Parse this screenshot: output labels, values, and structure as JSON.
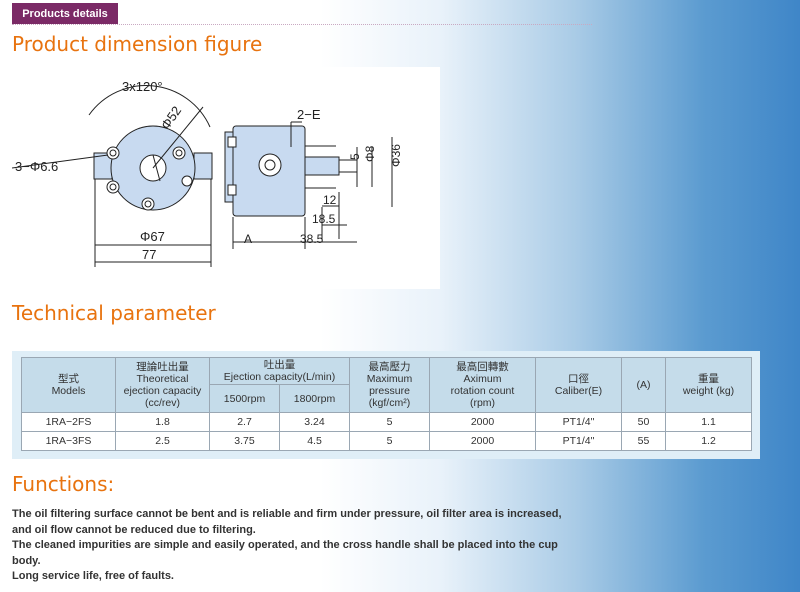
{
  "tab": {
    "label": "Products details"
  },
  "sections": {
    "dimension": "Product dimension figure",
    "technical": "Technical parameter",
    "functions": "Functions:"
  },
  "figure": {
    "labels": {
      "angle": "3x120°",
      "d52": "Φ52",
      "holes": "3−Φ6.6",
      "d67": "Φ67",
      "w77": "77",
      "ports": "2−E",
      "d5": "5",
      "d8": "Φ8",
      "d36": "Φ36",
      "l12": "12",
      "l18": "18.5",
      "A": "A",
      "l38": "38.5"
    }
  },
  "table": {
    "headers": {
      "models_cn": "型式",
      "models_en": "Models",
      "cap_cn": "理論吐出量",
      "cap_en1": "Theoretical",
      "cap_en2": "ejection capacity",
      "cap_unit": "(cc/rev)",
      "eject_cn": "吐出量",
      "eject_en": "Ejection capacity(L/min)",
      "rpm1500": "1500rpm",
      "rpm1800": "1800rpm",
      "press_cn": "最高壓力",
      "press_en1": "Maximum",
      "press_en2": "pressure",
      "press_unit": "(kgf/cm²)",
      "rot_cn": "最高回轉數",
      "rot_en1": "Aximum",
      "rot_en2": "rotation count",
      "rot_unit": "(rpm)",
      "cal_cn": "口徑",
      "cal_en": "Caliber(E)",
      "A": "(A)",
      "weight_cn": "重量",
      "weight_en": "weight (kg)"
    },
    "rows": [
      {
        "model": "1RA−2FS",
        "capacity": "1.8",
        "rpm1500": "2.7",
        "rpm1800": "3.24",
        "pressure": "5",
        "rotation": "2000",
        "caliber": "PT1/4\"",
        "a": "50",
        "weight": "1.1"
      },
      {
        "model": "1RA−3FS",
        "capacity": "2.5",
        "rpm1500": "3.75",
        "rpm1800": "4.5",
        "pressure": "5",
        "rotation": "2000",
        "caliber": "PT1/4\"",
        "a": "55",
        "weight": "1.2"
      }
    ]
  },
  "functions": [
    "The oil filtering surface cannot be bent and is reliable and firm under pressure, oil filter area is increased, and oil flow cannot be reduced due to filtering.",
    "The cleaned impurities are simple and easily operated, and the cross handle shall be placed into the cup body.",
    "Long service life, free of faults."
  ],
  "colors": {
    "tab_bg": "#7b2a66",
    "heading": "#e8730f",
    "drawing_fill": "#c8daf0"
  }
}
